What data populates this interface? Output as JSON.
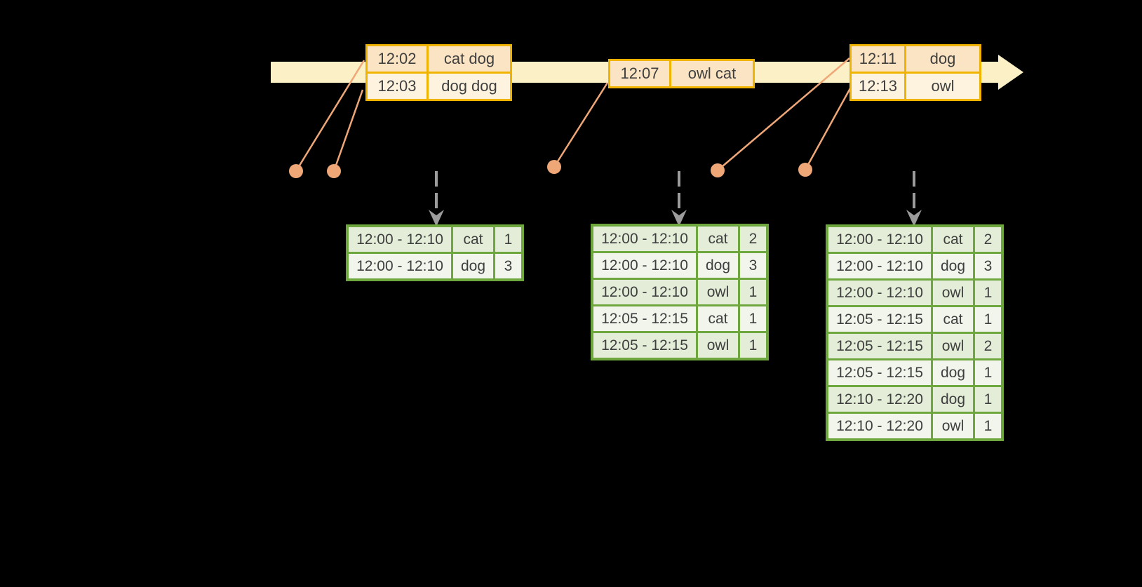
{
  "palette": {
    "background": "#000000",
    "timeline_fill": "#FCF0C6",
    "event_border": "#F0B400",
    "event_row_dark": "#FAE4C3",
    "event_row_light": "#FDF3DE",
    "connector_salmon": "#F0A778",
    "table_border_green": "#6EA73D",
    "table_row_dark": "#E3EDD8",
    "table_row_light": "#F1F5EC",
    "dashed_arrow_gray": "#9C9C9C",
    "text": "#3F3F3F"
  },
  "timeline": {
    "events": [
      {
        "rows": [
          {
            "time": "12:02",
            "words": "cat dog"
          },
          {
            "time": "12:03",
            "words": "dog dog"
          }
        ]
      },
      {
        "rows": [
          {
            "time": "12:07",
            "words": "owl cat"
          }
        ]
      },
      {
        "rows": [
          {
            "time": "12:11",
            "words": "dog"
          },
          {
            "time": "12:13",
            "words": "owl"
          }
        ]
      }
    ]
  },
  "result_tables": [
    {
      "rows": [
        {
          "window": "12:00 - 12:10",
          "word": "cat",
          "count": "1"
        },
        {
          "window": "12:00 - 12:10",
          "word": "dog",
          "count": "3"
        }
      ]
    },
    {
      "rows": [
        {
          "window": "12:00 - 12:10",
          "word": "cat",
          "count": "2"
        },
        {
          "window": "12:00 - 12:10",
          "word": "dog",
          "count": "3"
        },
        {
          "window": "12:00 - 12:10",
          "word": "owl",
          "count": "1"
        },
        {
          "window": "12:05 - 12:15",
          "word": "cat",
          "count": "1"
        },
        {
          "window": "12:05 - 12:15",
          "word": "owl",
          "count": "1"
        }
      ]
    },
    {
      "rows": [
        {
          "window": "12:00 - 12:10",
          "word": "cat",
          "count": "2"
        },
        {
          "window": "12:00 - 12:10",
          "word": "dog",
          "count": "3"
        },
        {
          "window": "12:00 - 12:10",
          "word": "owl",
          "count": "1"
        },
        {
          "window": "12:05 - 12:15",
          "word": "cat",
          "count": "1"
        },
        {
          "window": "12:05 - 12:15",
          "word": "owl",
          "count": "2"
        },
        {
          "window": "12:05 - 12:15",
          "word": "dog",
          "count": "1"
        },
        {
          "window": "12:10 - 12:20",
          "word": "dog",
          "count": "1"
        },
        {
          "window": "12:10 - 12:20",
          "word": "owl",
          "count": "1"
        }
      ]
    }
  ]
}
